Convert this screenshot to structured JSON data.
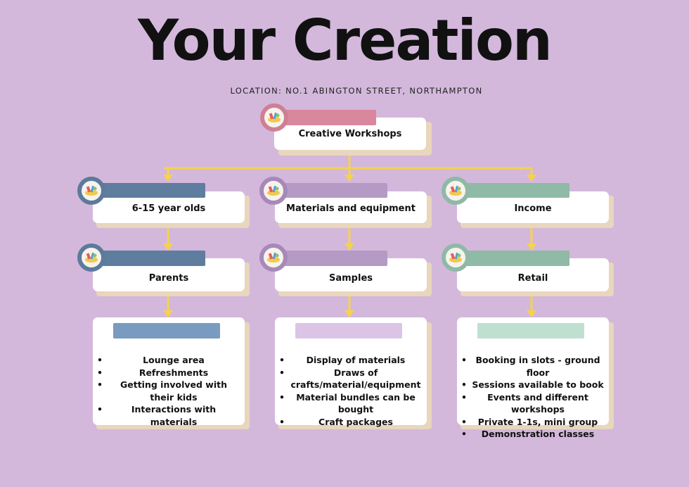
{
  "title": "Your Creation",
  "location": "LOCATION: NO.1 ABINGTON STREET, NORTHAMPTON",
  "root": {
    "label": "Creative Workshops",
    "accent": "#cf7f95",
    "bar": "#d9879c"
  },
  "columns": [
    {
      "accent": "#5d7a9c",
      "bar": "#5f7d9e",
      "listBar": "#7a9bc0",
      "level1": "6-15 year olds",
      "level2": "Parents",
      "items": [
        "Lounge area",
        "Refreshments",
        "Getting involved with their kids",
        "Interactions with materials"
      ]
    },
    {
      "accent": "#a689b8",
      "bar": "#b49ac4",
      "listBar": "#dcc4e6",
      "level1": "Materials and equipment",
      "level2": "Samples",
      "items": [
        "Display of materials",
        "Draws of crafts/material/equipment",
        "Material bundles can be bought",
        "Craft packages"
      ]
    },
    {
      "accent": "#8fb9a6",
      "bar": "#8fbaa6",
      "listBar": "#bfe0d0",
      "level1": "Income",
      "level2": "Retail",
      "items": [
        "Booking in slots - ground floor",
        "Sessions available to book",
        "Events and different workshops",
        "Private 1-1s, mini group",
        "Demonstration classes"
      ]
    }
  ],
  "colors": {
    "background": "#d3b8dc",
    "connector": "#f6d24a",
    "card": "#ffffff",
    "shadow": "#e8d6bd"
  },
  "icon": "craft-supplies-icon"
}
